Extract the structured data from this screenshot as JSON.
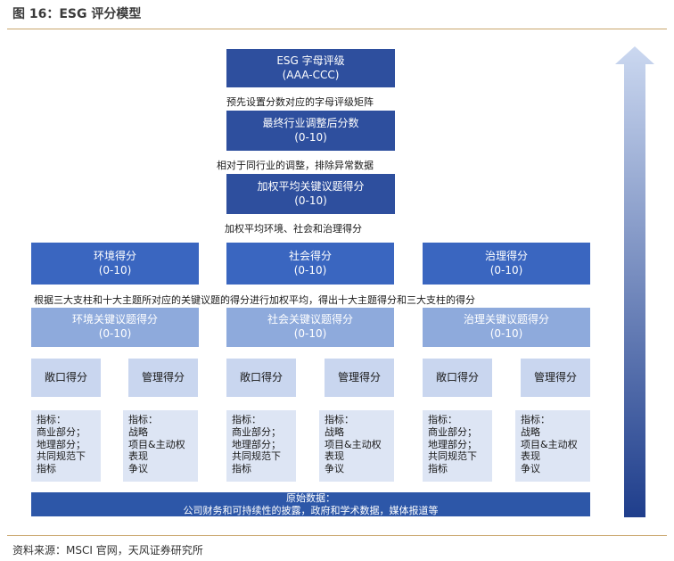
{
  "figure": {
    "title": "图 16：ESG 评分模型",
    "source": "资料来源：MSCI 官网，天风证券研究所"
  },
  "top": {
    "line1": "ESG 字母评级",
    "line2": "(AAA-CCC)",
    "caption": "预先设置分数对应的字母评级矩阵"
  },
  "final": {
    "line1": "最终行业调整后分数",
    "line2": "(0-10)",
    "caption": "相对于同行业的调整，排除异常数据"
  },
  "weighted": {
    "line1": "加权平均关键议题得分",
    "line2": "(0-10)",
    "caption": "加权平均环境、社会和治理得分"
  },
  "pillars": [
    {
      "label": "环境得分",
      "range": "(0-10)"
    },
    {
      "label": "社会得分",
      "range": "(0-10)"
    },
    {
      "label": "治理得分",
      "range": "(0-10)"
    }
  ],
  "pillar_caption": "根据三大支柱和十大主题所对应的关键议题的得分进行加权平均，得出十大主题得分和三大支柱的得分",
  "key_issues": [
    {
      "label": "环境关键议题得分",
      "range": "(0-10)"
    },
    {
      "label": "社会关键议题得分",
      "range": "(0-10)"
    },
    {
      "label": "治理关键议题得分",
      "range": "(0-10)"
    }
  ],
  "sub_scores": [
    "敞口得分",
    "管理得分",
    "敞口得分",
    "管理得分",
    "敞口得分",
    "管理得分"
  ],
  "indicators": {
    "exposure": "指标：\n商业部分；\n地理部分；\n共同规范下\n指标",
    "management": "指标：\n战略\n项目&主动权\n表现\n争议"
  },
  "raw_data": {
    "line1": "原始数据：",
    "line2": "公司财务和可持续性的披露，政府和学术数据，媒体报道等"
  },
  "colors": {
    "dark_box": "#2e4f9e",
    "pillar_box": "#3a66c0",
    "key_issue_box": "#8eaadc",
    "sub_box": "#c9d6ef",
    "detail_box": "#dde5f4",
    "rule": "#c9a56b"
  }
}
